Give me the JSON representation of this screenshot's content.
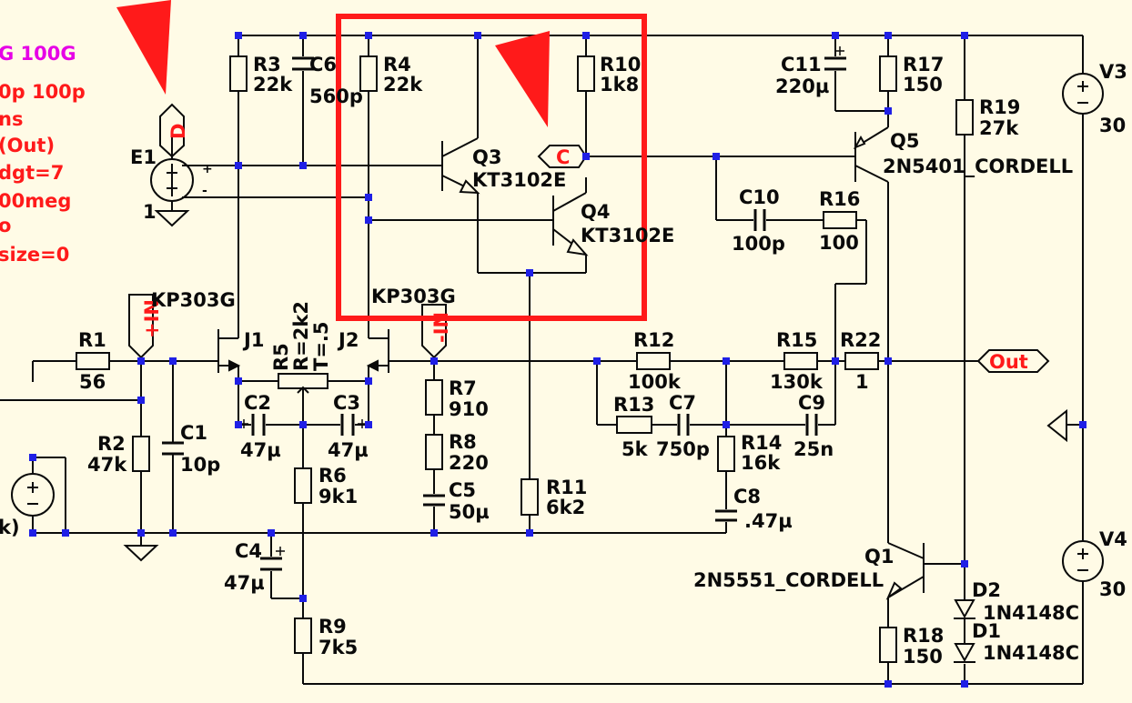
{
  "directives": {
    "line1": "G 100G",
    "line2": "0p 100p",
    "line3": "ns",
    "line4": "(Out)",
    "line5": "dgt=7",
    "line6": "00meg",
    "line7": "o",
    "line8": "size=0"
  },
  "sources": {
    "e1": "E1",
    "e1_gnd": "1",
    "v3": "V3",
    "v3_val": "30",
    "v4": "V4",
    "v4_val": "30",
    "vin_partial": "k)"
  },
  "resistors": {
    "r1": "R1",
    "r1v": "56",
    "r2": "R2",
    "r2v": "47k",
    "r3": "R3",
    "r3v": "22k",
    "r4": "R4",
    "r4v": "22k",
    "r5a": "R5",
    "r5b": "R=2k2",
    "r5c": "T=.5",
    "r6": "R6",
    "r6v": "9k1",
    "r7": "R7",
    "r7v": "910",
    "r8": "R8",
    "r8v": "220",
    "r9": "R9",
    "r9v": "7k5",
    "r10": "R10",
    "r10v": "1k8",
    "r11": "R11",
    "r11v": "6k2",
    "r12": "R12",
    "r12v": "100k",
    "r13": "R13",
    "r13v": "5k",
    "r14": "R14",
    "r14v": "16k",
    "r15": "R15",
    "r15v": "130k",
    "r16": "R16",
    "r16v": "100",
    "r17": "R17",
    "r17v": "150",
    "r18": "R18",
    "r18v": "150",
    "r19": "R19",
    "r19v": "27k",
    "r22": "R22",
    "r22v": "1"
  },
  "capacitors": {
    "c1": "C1",
    "c1v": "10p",
    "c2": "C2",
    "c2v": "47µ",
    "c3": "C3",
    "c3v": "47µ",
    "c4": "C4",
    "c4v": "47µ",
    "c5": "C5",
    "c5v": "50µ",
    "c6": "C6",
    "c6v": "560p",
    "c7": "C7",
    "c7v": "750p",
    "c8": "C8",
    "c8v": ".47µ",
    "c9": "C9",
    "c9v": "25n",
    "c10": "C10",
    "c10v": "100p",
    "c11": "C11",
    "c11v": "220µ"
  },
  "semis": {
    "j1": "J1",
    "j1m": "KP303G",
    "j2": "J2",
    "j2m": "KP303G",
    "q1": "Q1",
    "q1m": "2N5551_CORDELL",
    "q3": "Q3",
    "q3m": "KT3102E",
    "q4": "Q4",
    "q4m": "KT3102E",
    "q5": "Q5",
    "q5m": "2N5401_CORDELL",
    "d1": "D1",
    "d1m": "1N4148C",
    "d2": "D2",
    "d2m": "1N4148C"
  },
  "nets": {
    "in_plus": "+IN",
    "in_minus": "-IN",
    "d": "D",
    "c": "C",
    "out": "Out"
  },
  "colors": {
    "background": "#fffbe6",
    "wire": "#0a0a0a",
    "junction": "#1f1fe6",
    "directive": "#ff1a1a",
    "directive_magenta": "#e600e6",
    "highlight": "#ff1a1a"
  }
}
